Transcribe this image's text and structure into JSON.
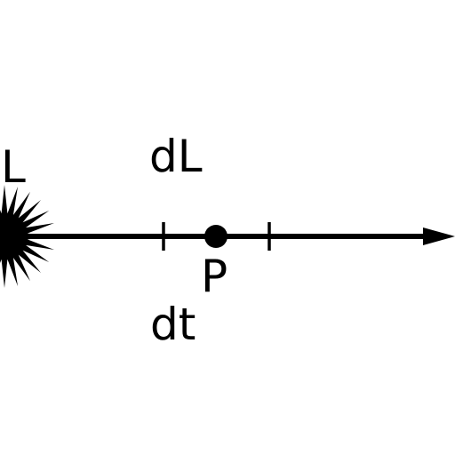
{
  "diagram": {
    "labels": {
      "source": "L",
      "increment_top": "dL",
      "point": "P",
      "increment_bottom": "dt"
    },
    "colors": {
      "ink": "#000000",
      "background": "#ffffff"
    },
    "icons": {
      "source": "starburst-icon",
      "direction": "arrowhead-icon",
      "point": "filled-dot-icon"
    }
  }
}
